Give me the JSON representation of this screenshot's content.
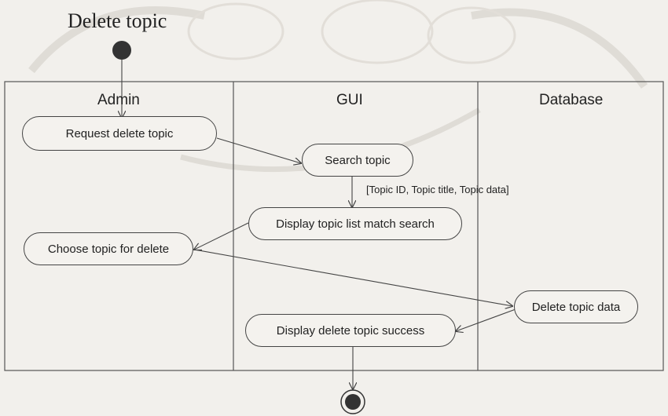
{
  "diagram": {
    "title": "Delete topic",
    "lanes": [
      "Admin",
      "GUI",
      "Database"
    ],
    "nodes": {
      "request_delete_topic": "Request delete topic",
      "search_topic": "Search topic",
      "display_topic_list": "Display topic list match search",
      "choose_topic_for_delete": "Choose topic for delete",
      "delete_topic_data": "Delete topic data",
      "display_delete_success": "Display delete topic success"
    },
    "guard": "[Topic ID, Topic title, Topic data]"
  },
  "colors": {
    "line": "#444444",
    "watermark": "#c9c4bc",
    "background": "#f2f0ec"
  }
}
